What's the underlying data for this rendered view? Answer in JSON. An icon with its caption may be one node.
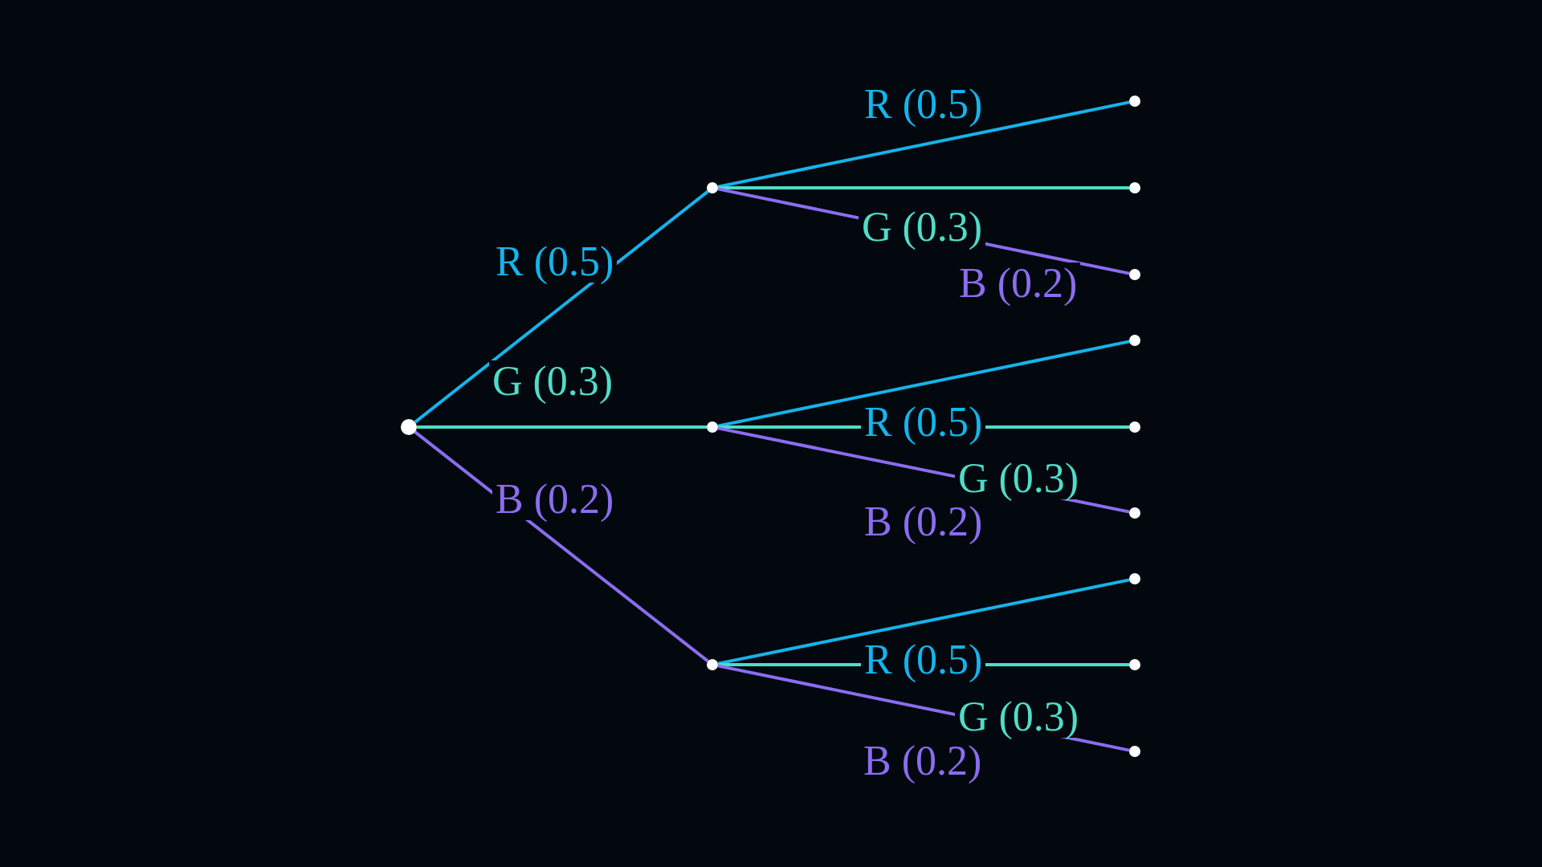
{
  "diagram": {
    "nodes": [
      {
        "text": [],
        "shape": "circle"
      },
      {
        "text": [],
        "shape": "circle"
      },
      {
        "text": [],
        "shape": "circle"
      },
      {
        "text": [],
        "shape": "circle"
      },
      {
        "text": [],
        "shape": "circle"
      },
      {
        "text": [],
        "shape": "circle"
      },
      {
        "text": [],
        "shape": "circle"
      },
      {
        "text": [],
        "shape": "circle"
      },
      {
        "text": [],
        "shape": "circle"
      },
      {
        "text": [],
        "shape": "circle"
      },
      {
        "text": [],
        "shape": "circle"
      },
      {
        "text": [],
        "shape": "circle"
      },
      {
        "text": [],
        "shape": "circle"
      }
    ],
    "edges": [
      {
        "from": 0,
        "to": 1,
        "arrow": "none",
        "label": "R (0.5)",
        "color": "#14b4ec"
      },
      {
        "from": 0,
        "to": 2,
        "arrow": "none",
        "label": "G (0.3)",
        "color": "#50dcc8"
      },
      {
        "from": 0,
        "to": 3,
        "arrow": "none",
        "label": "B (0.2)",
        "color": "#8c6cf0"
      },
      {
        "from": 1,
        "to": 4,
        "arrow": "none",
        "label": "R (0.5)",
        "color": "#14b4ec"
      },
      {
        "from": 1,
        "to": 5,
        "arrow": "none",
        "label": "G (0.3)",
        "color": "#50dcc8"
      },
      {
        "from": 1,
        "to": 6,
        "arrow": "none",
        "label": "B (0.2)",
        "color": "#8c6cf0"
      },
      {
        "from": 2,
        "to": 7,
        "arrow": "none",
        "label": "R (0.5)",
        "color": "#14b4ec"
      },
      {
        "from": 2,
        "to": 8,
        "arrow": "none",
        "label": "G (0.3)",
        "color": "#50dcc8"
      },
      {
        "from": 2,
        "to": 9,
        "arrow": "none",
        "label": "B (0.2)",
        "color": "#8c6cf0"
      },
      {
        "from": 3,
        "to": 10,
        "arrow": "none",
        "label": "R (0.5)",
        "color": "#14b4ec"
      },
      {
        "from": 3,
        "to": 11,
        "arrow": "none",
        "label": "G (0.3)",
        "color": "#50dcc8"
      },
      {
        "from": 3,
        "to": 12,
        "arrow": "none",
        "label": "B (0.2)",
        "color": "#8c6cf0"
      }
    ]
  }
}
